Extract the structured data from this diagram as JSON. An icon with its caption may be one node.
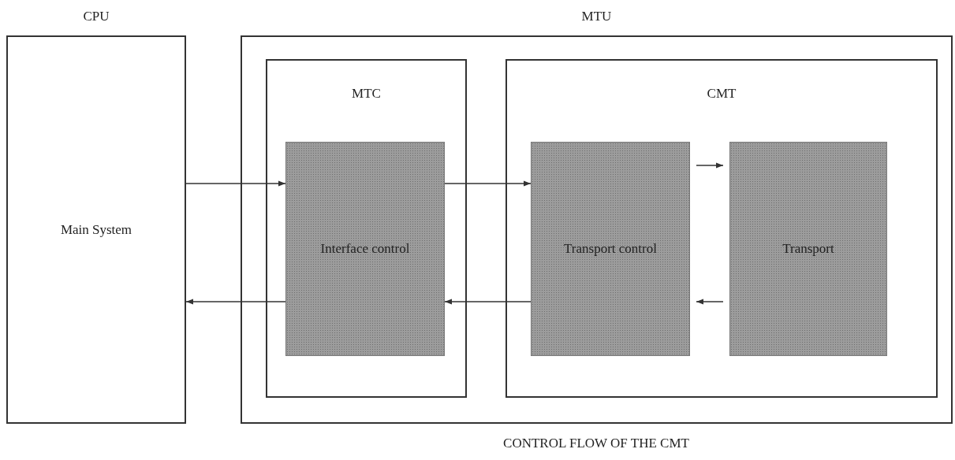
{
  "diagram": {
    "caption": "CONTROL FLOW OF THE CMT",
    "nodes": [
      {
        "text": [
          "CPU",
          "Main System"
        ]
      },
      {
        "text": [
          "MTU"
        ]
      },
      {
        "text": [
          "MTC"
        ],
        "in": 1
      },
      {
        "text": [
          "Interface control"
        ],
        "in": 2
      },
      {
        "text": [
          "CMT"
        ],
        "in": 1
      },
      {
        "text": [
          "Transport control"
        ],
        "in": 4
      },
      {
        "text": [
          "Transport"
        ],
        "in": 4
      }
    ],
    "edges": [
      {
        "from": 0,
        "to": 3,
        "arrow": "to"
      },
      {
        "from": 3,
        "to": 0,
        "arrow": "to"
      },
      {
        "from": 3,
        "to": 5,
        "arrow": "to"
      },
      {
        "from": 5,
        "to": 3,
        "arrow": "to"
      },
      {
        "from": 5,
        "to": 6,
        "arrow": "to"
      },
      {
        "from": 6,
        "to": 5,
        "arrow": "to"
      }
    ]
  }
}
